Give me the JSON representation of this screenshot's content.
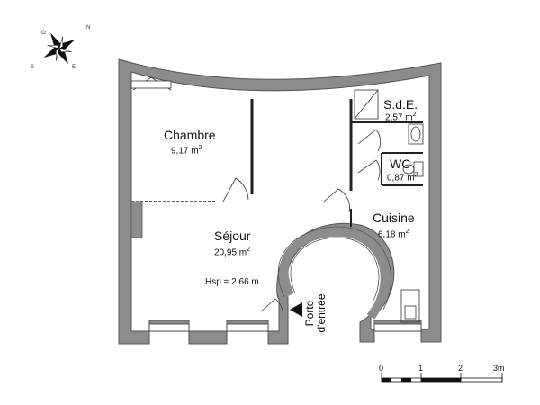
{
  "rooms": {
    "chambre": {
      "name": "Chambre",
      "area": "9,17 m",
      "sup": "2"
    },
    "sde": {
      "name": "S.d.E.",
      "area": "2,57 m",
      "sup": "2"
    },
    "wc": {
      "name": "WC",
      "area": "0,87 m",
      "sup": "2"
    },
    "cuisine": {
      "name": "Cuisine",
      "area": "6,18 m",
      "sup": "2"
    },
    "sejour": {
      "name": "Séjour",
      "area": "20,95 m",
      "sup": "2"
    }
  },
  "hsp": "Hsp = 2,66 m",
  "entry": {
    "line1": "Porte",
    "line2": "d'entrée"
  },
  "scale": {
    "labels": [
      "0",
      "1",
      "2",
      "3m"
    ]
  },
  "compass": {
    "n": "N",
    "s": "S",
    "e": "E",
    "o": "O"
  },
  "colors": {
    "wall": "#8c8c8c",
    "wall_stroke": "#555555",
    "line": "#222222"
  }
}
